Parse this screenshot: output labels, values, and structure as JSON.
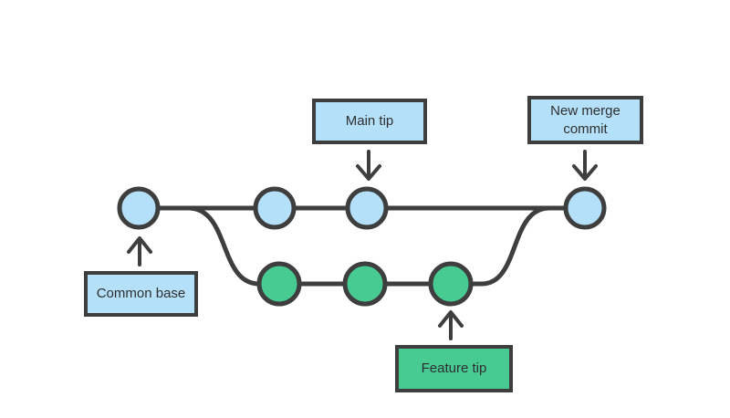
{
  "colors": {
    "background": "#ffffff",
    "line": "#3e3e3e",
    "text": "#2e2e2e",
    "main_fill": "#b5e0fa",
    "feature_fill": "#47cb93"
  },
  "labels": {
    "main_tip": "Main tip",
    "new_merge_commit": "New merge commit",
    "common_base": "Common base",
    "feature_tip": "Feature tip"
  },
  "graph": {
    "type": "git-branch-merge-diagram",
    "main_branch_commit_count": 4,
    "feature_branch_commit_count": 3,
    "annotations": [
      {
        "target": "common-base-commit",
        "text": "Common base",
        "arrow": "up"
      },
      {
        "target": "main-tip-commit",
        "text": "Main tip",
        "arrow": "down"
      },
      {
        "target": "feature-tip-commit",
        "text": "Feature tip",
        "arrow": "up"
      },
      {
        "target": "merge-commit",
        "text": "New merge commit",
        "arrow": "down"
      }
    ]
  }
}
